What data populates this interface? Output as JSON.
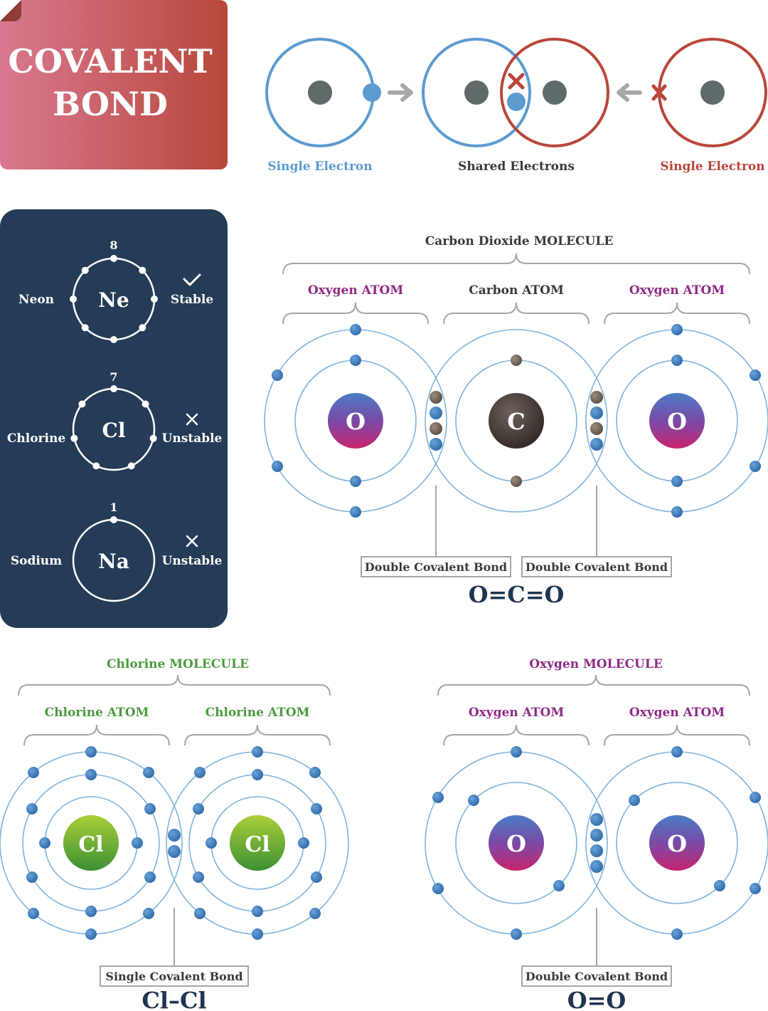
{
  "title": {
    "line1": "COVALENT",
    "line2": "BOND"
  },
  "top_diagram": {
    "left_label": "Single Electron",
    "middle_label": "Shared Electrons",
    "right_label": "Single Electron"
  },
  "stability_panel": [
    {
      "symbol": "Ne",
      "name": "Neon",
      "electrons": "8",
      "status": "Stable",
      "status_icon": "check-icon"
    },
    {
      "symbol": "Cl",
      "name": "Chlorine",
      "electrons": "7",
      "status": "Unstable",
      "status_icon": "cross-icon"
    },
    {
      "symbol": "Na",
      "name": "Sodium",
      "electrons": "1",
      "status": "Unstable",
      "status_icon": "cross-icon"
    }
  ],
  "co2": {
    "molecule_label": "Carbon Dioxide MOLECULE",
    "atom_labels": [
      "Oxygen ATOM",
      "Carbon ATOM",
      "Oxygen ATOM"
    ],
    "nuclei": [
      "O",
      "C",
      "O"
    ],
    "bond_labels": [
      "Double Covalent Bond",
      "Double Covalent Bond"
    ],
    "formula": "O=C=O"
  },
  "chlorine": {
    "molecule_label": "Chlorine MOLECULE",
    "atom_labels": [
      "Chlorine ATOM",
      "Chlorine ATOM"
    ],
    "nuclei": [
      "Cl",
      "Cl"
    ],
    "bond_label": "Single Covalent Bond",
    "formula": "Cl–Cl"
  },
  "oxygen": {
    "molecule_label": "Oxygen MOLECULE",
    "atom_labels": [
      "Oxygen ATOM",
      "Oxygen ATOM"
    ],
    "nuclei": [
      "O",
      "O"
    ],
    "bond_label": "Double Covalent Bond",
    "formula": "O=O"
  },
  "colors": {
    "blue": "#5b9bd0",
    "red": "#b8473a",
    "navy": "#243c57",
    "purple": "#8e2a86",
    "green": "#4b9a3f",
    "dark_text": "#3a3a3a",
    "formula": "#1f3550"
  }
}
